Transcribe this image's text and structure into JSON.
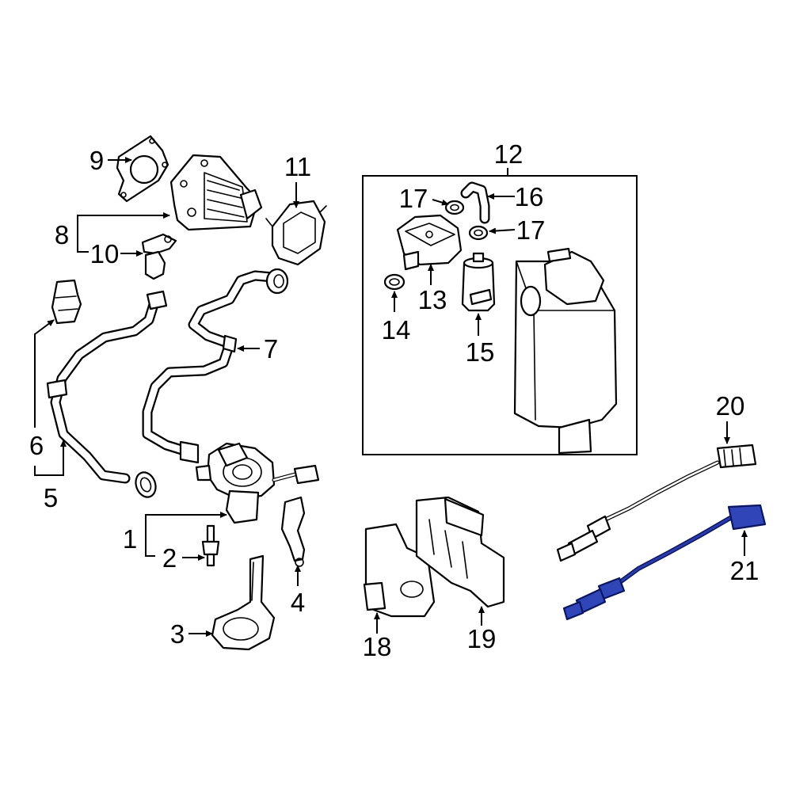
{
  "callouts": {
    "c1": "1",
    "c2": "2",
    "c3": "3",
    "c4": "4",
    "c5": "5",
    "c6": "6",
    "c7": "7",
    "c8": "8",
    "c9": "9",
    "c10": "10",
    "c11": "11",
    "c12": "12",
    "c13": "13",
    "c14": "14",
    "c15": "15",
    "c16": "16",
    "c17a": "17",
    "c17b": "17",
    "c18": "18",
    "c19": "19",
    "c20": "20",
    "c21": "21"
  },
  "colors": {
    "line": "#000000",
    "background": "#ffffff",
    "highlight_part": "#3045b8"
  }
}
